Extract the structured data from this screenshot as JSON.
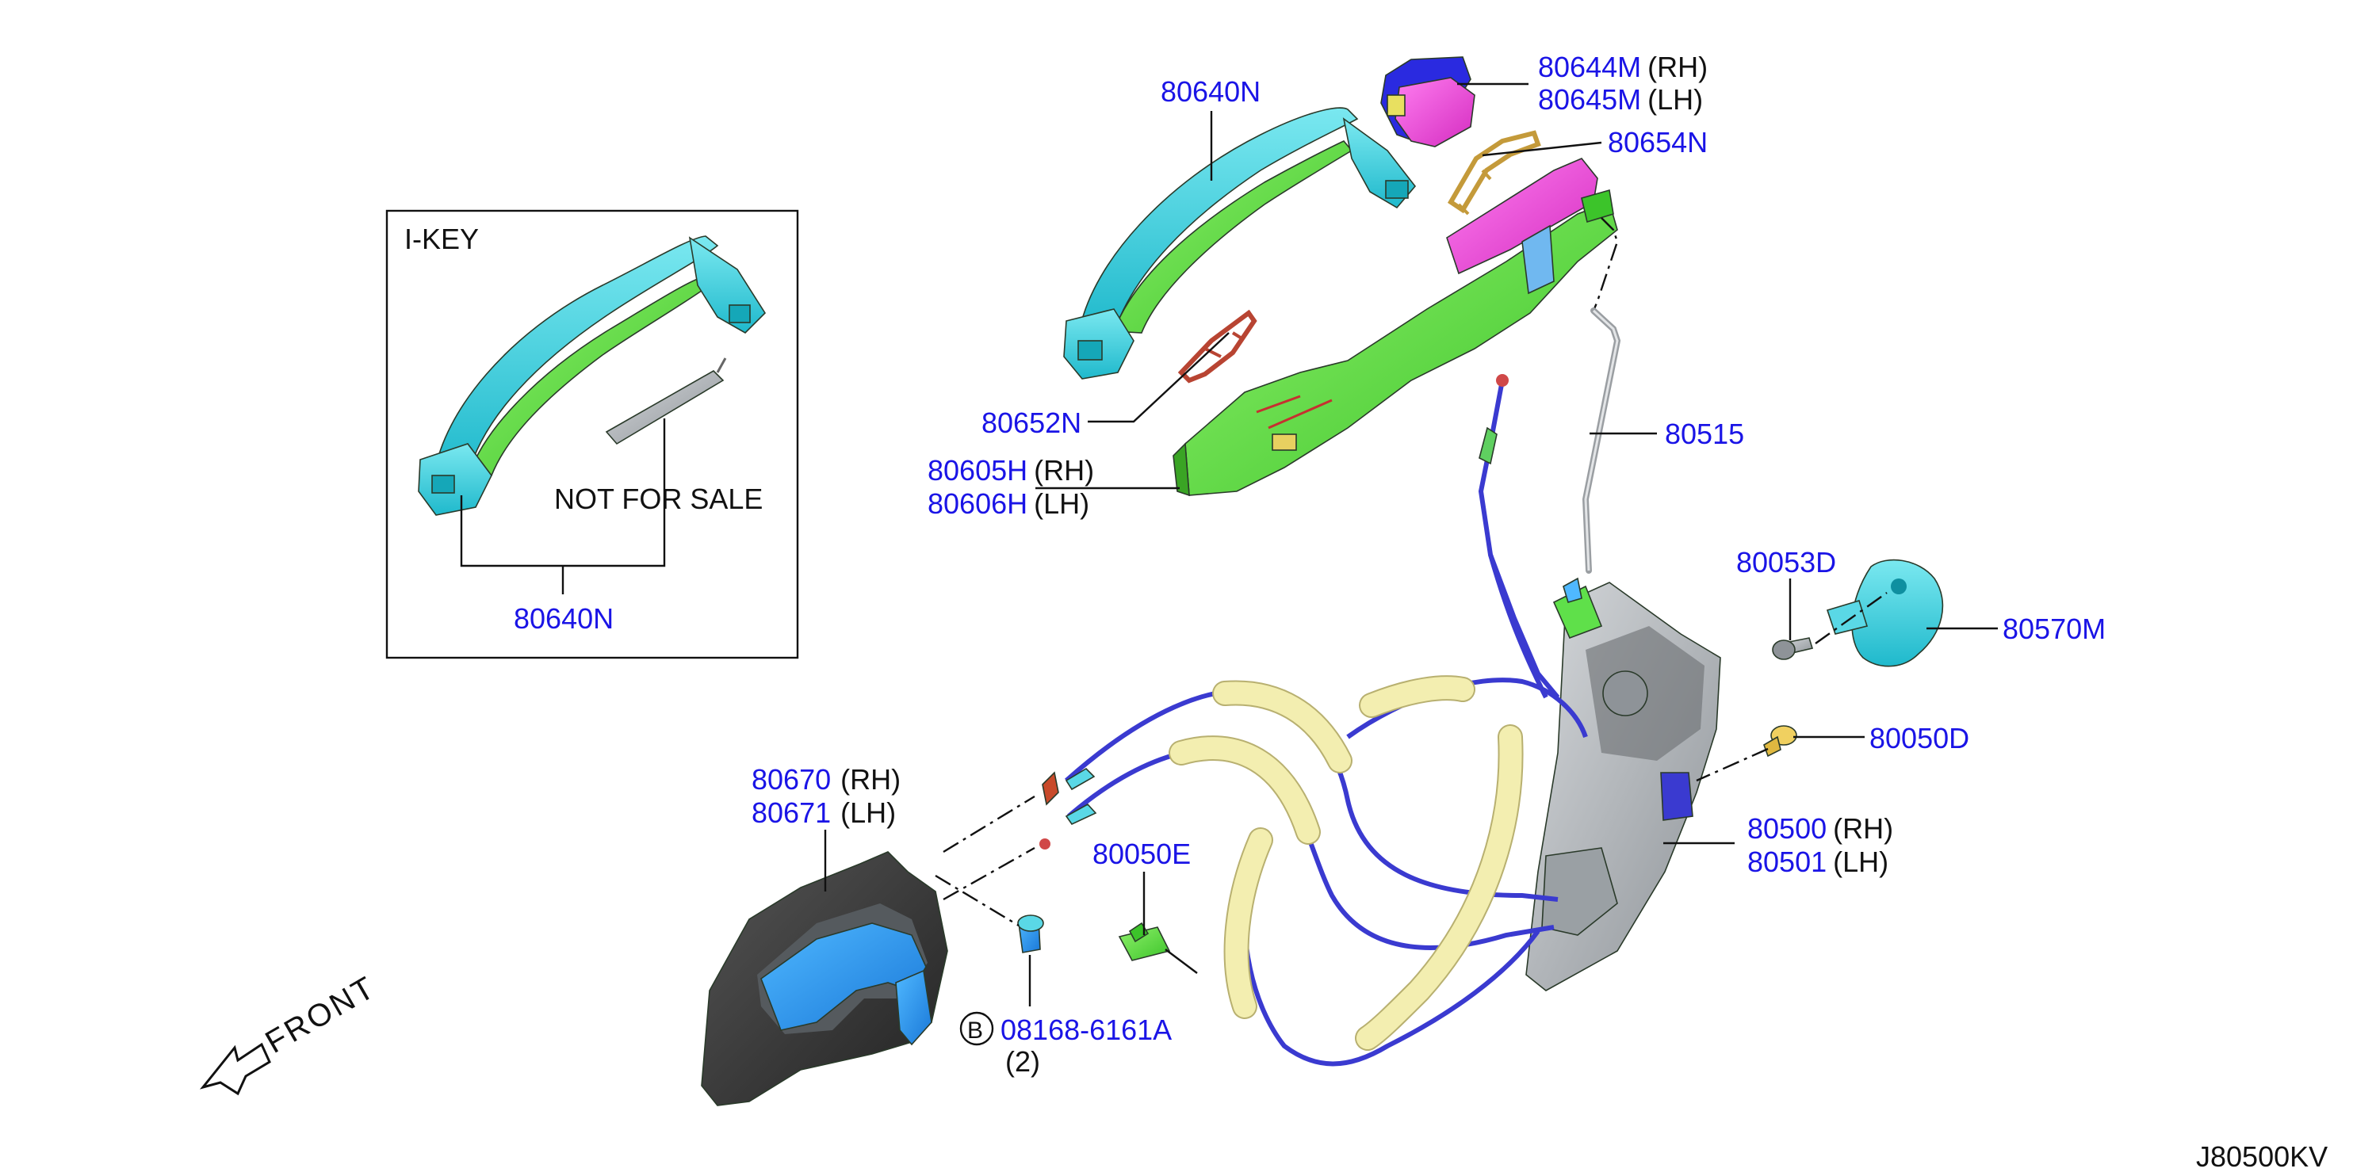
{
  "diagram_code": "J80500KV",
  "front_label": "FRONT",
  "inset": {
    "title": "I-KEY",
    "not_for_sale": "NOT FOR SALE",
    "part": "80640N"
  },
  "callouts": {
    "handle_outer": "80640N",
    "cap_rh": "80644M",
    "cap_lh": "80645M",
    "gasket_rear": "80654N",
    "gasket_front": "80652N",
    "bracket_rh": "80605H",
    "bracket_lh": "80606H",
    "rod": "80515",
    "screw_striker": "80053D",
    "striker": "80570M",
    "screw_lock": "80050D",
    "inner_handle_rh": "80670",
    "inner_handle_lh": "80671",
    "clip": "80050E",
    "lock_rh": "80500",
    "lock_lh": "80501",
    "bolt": "08168-6161A",
    "bolt_qty": "(2)",
    "bolt_badge": "B"
  },
  "suffix": {
    "rh": "(RH)",
    "lh": "(LH)"
  },
  "colors": {
    "part_number": "#1a14e6",
    "cyan_part": "#3fd3e0",
    "green_part": "#5fe04a",
    "magenta_part": "#f050d8",
    "cable": "#3a3ad0",
    "foam_tube": "#f3eeb0",
    "lock_body": "#b8bcc0"
  }
}
